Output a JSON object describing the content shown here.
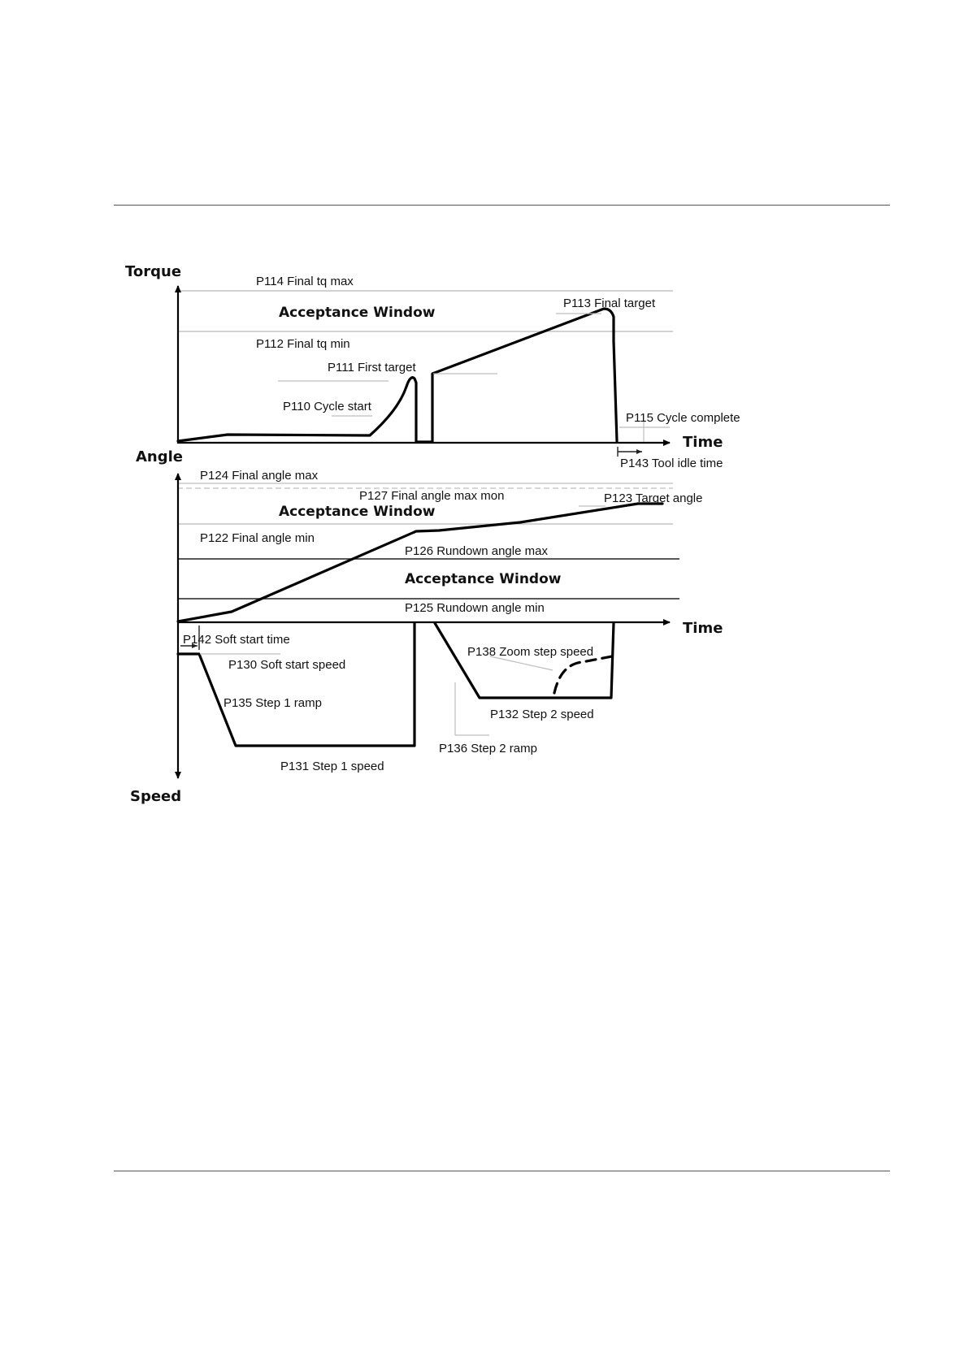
{
  "axes": {
    "torque": "Torque",
    "angle": "Angle",
    "speed": "Speed",
    "time_top": "Time",
    "time_bottom": "Time"
  },
  "torque_panel": {
    "acceptance_window": "Acceptance Window",
    "final_tq_max": "P114 Final tq max",
    "final_tq_min": "P112 Final tq min",
    "final_target": "P113 Final target",
    "first_target": "P111 First target",
    "cycle_start": "P110 Cycle start",
    "cycle_complete": "P115 Cycle complete",
    "tool_idle_time": "P143 Tool idle time"
  },
  "angle_panel": {
    "final_angle_max": "P124 Final angle max",
    "final_angle_max_mon": "P127 Final angle max mon",
    "acceptance_window_final": "Acceptance Window",
    "target_angle": "P123 Target angle",
    "final_angle_min": "P122 Final angle min",
    "rundown_angle_max": "P126 Rundown angle max",
    "acceptance_window_rundown": "Acceptance Window",
    "rundown_angle_min": "P125 Rundown angle min"
  },
  "speed_panel": {
    "soft_start_time": "P142 Soft start time",
    "soft_start_speed": "P130 Soft start speed",
    "step1_ramp": "P135 Step 1 ramp",
    "step1_speed": "P131 Step 1 speed",
    "zoom_step_speed": "P138 Zoom step speed",
    "step2_speed": "P132 Step 2 speed",
    "step2_ramp": "P136 Step 2 ramp"
  }
}
